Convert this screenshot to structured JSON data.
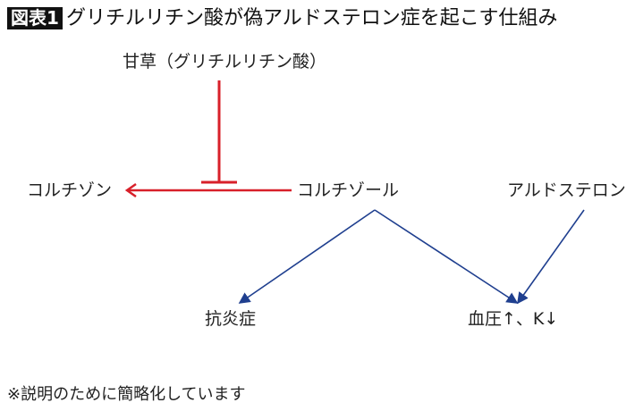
{
  "header": {
    "badge": "図表1",
    "title": "グリチルリチン酸が偽アルドステロン症を起こす仕組み"
  },
  "nodes": {
    "licorice": "甘草（グリチルリチン酸）",
    "cortisone": "コルチゾン",
    "cortisol": "コルチゾール",
    "aldosterone": "アルドステロン",
    "anti_inflammatory": "抗炎症",
    "bp_k": "血圧↑、K↓"
  },
  "footnote": "※説明のために簡略化しています",
  "colors": {
    "inhibit": "#d8202a",
    "effect": "#1f3f8f"
  }
}
